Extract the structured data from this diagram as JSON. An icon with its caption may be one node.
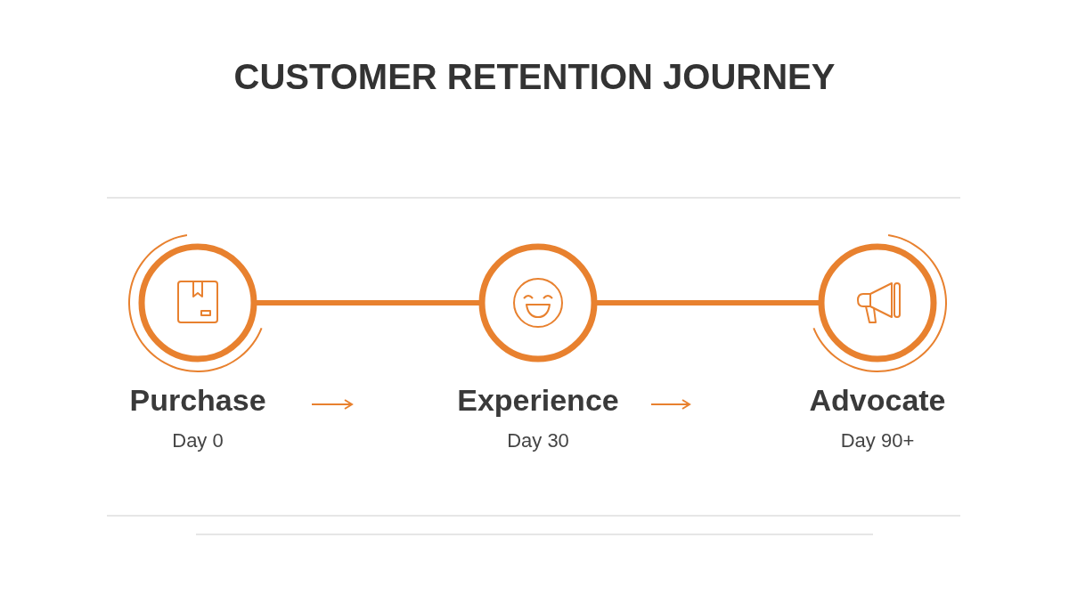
{
  "diagram": {
    "title": "CUSTOMER RETENTION JOURNEY",
    "nodes": [
      {
        "text": [
          "Purchase"
        ],
        "beside": [
          "Day 0"
        ]
      },
      {
        "text": [
          "Experience"
        ],
        "beside": [
          "Day 30"
        ]
      },
      {
        "text": [
          "Advocate"
        ],
        "beside": [
          "Day 90+"
        ]
      }
    ],
    "edges": [
      {
        "from": 0,
        "to": 1,
        "arrow": "none"
      },
      {
        "from": 1,
        "to": 2,
        "arrow": "none"
      }
    ]
  }
}
